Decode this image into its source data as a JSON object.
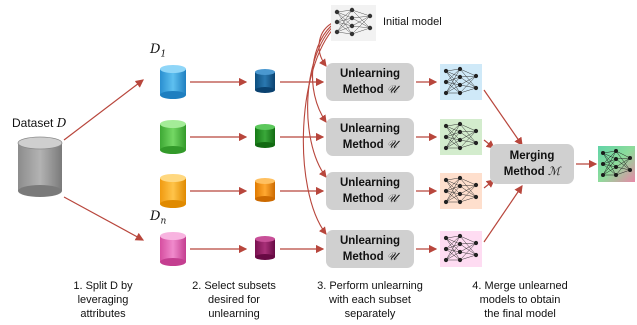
{
  "dataset": {
    "label": "Dataset",
    "var": "D"
  },
  "subset_labels": {
    "first": "D",
    "first_sub": "1",
    "last": "D",
    "last_sub": "n"
  },
  "initial_model": {
    "label": "Initial model"
  },
  "unlearning": {
    "line1": "Unlearning",
    "line2": "Method",
    "symbol": "𝒰"
  },
  "merging": {
    "line1": "Merging",
    "line2": "Method",
    "symbol": "ℳ"
  },
  "steps": [
    {
      "lines": [
        "1. Split D by",
        "leveraging",
        "attributes"
      ]
    },
    {
      "lines": [
        "2. Select subsets",
        "desired for",
        "unlearning"
      ]
    },
    {
      "lines": [
        "3. Perform unlearning",
        "with each subset",
        "separately"
      ]
    },
    {
      "lines": [
        "4. Merge unlearned",
        "models to obtain",
        "the final model"
      ]
    }
  ],
  "colors": {
    "arrow": "#b8463c",
    "box": "#d0d0d0",
    "cyl_blue": "#3aa7e0",
    "cyl_green": "#56c046",
    "cyl_orange": "#f5a61a",
    "cyl_pink": "#e066b0",
    "cyl_gray": "#9a9a9a"
  }
}
